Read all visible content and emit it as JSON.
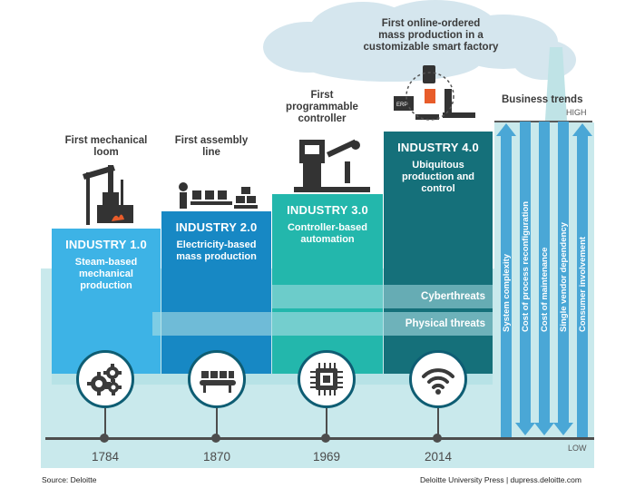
{
  "milestones": {
    "m1": "First mechanical\nloom",
    "m2": "First assembly\nline",
    "m3": "First\nprogrammable\ncontroller",
    "m4": "First online-ordered\nmass production in a\ncustomizable smart factory"
  },
  "industries": [
    {
      "title": "INDUSTRY 1.0",
      "subtitle": "Steam-based\nmechanical\nproduction",
      "year": "1784"
    },
    {
      "title": "INDUSTRY 2.0",
      "subtitle": "Electricity-based\nmass production",
      "year": "1870"
    },
    {
      "title": "INDUSTRY 3.0",
      "subtitle": "Controller-based\nautomation",
      "year": "1969"
    },
    {
      "title": "INDUSTRY 4.0",
      "subtitle": "Ubiquitous\nproduction and\ncontrol",
      "year": "2014"
    }
  ],
  "threats": {
    "cyber": "Cyberthreats",
    "physical": "Physical threats"
  },
  "trends": {
    "title": "Business trends",
    "high": "HIGH",
    "low": "LOW",
    "items": [
      "System complexity",
      "Cost of process reconfiguration",
      "Cost of maintenance",
      "Single vendor dependency",
      "Consumer involvement"
    ]
  },
  "footer": {
    "source": "Source: Deloitte",
    "credit": "Deloitte University Press  |  dupress.deloitte.com"
  },
  "colors": {
    "i1": "#3db3e6",
    "i2": "#1788c4",
    "i3": "#23b7ac",
    "i4": "#15707a",
    "ground": "#c9e9ec",
    "cloud": "#d5e6ee",
    "factory": "#bfe3e6"
  }
}
